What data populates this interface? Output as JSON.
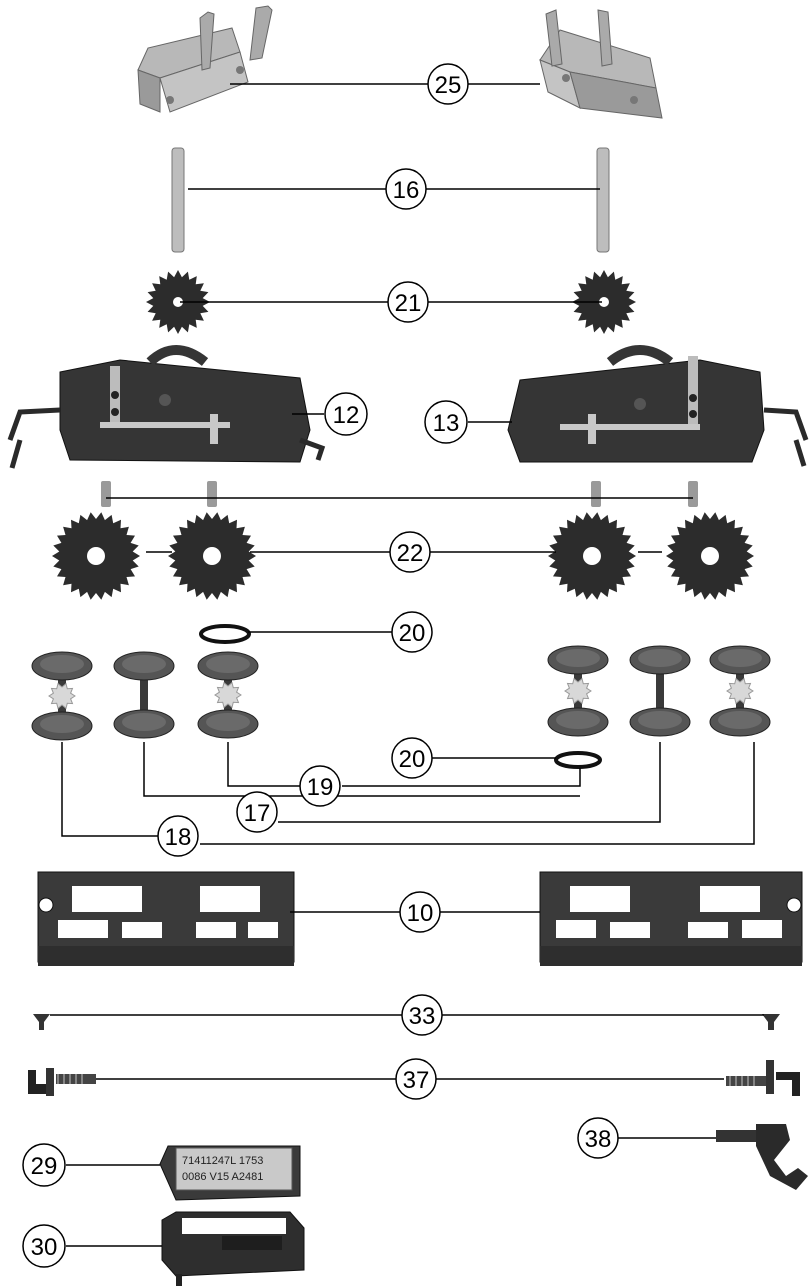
{
  "labels": {
    "l25": "25",
    "l16": "16",
    "l21": "21",
    "l12": "12",
    "l13": "13",
    "l22": "22",
    "l20a": "20",
    "l20b": "20",
    "l19": "19",
    "l17": "17",
    "l18": "18",
    "l10": "10",
    "l33": "33",
    "l37": "37",
    "l29": "29",
    "l38": "38",
    "l30": "30"
  },
  "speaker_print": {
    "line1": "71411247L 1753",
    "line2": "0086 V15 A2481"
  },
  "colors": {
    "plastic": "#2c2c2c",
    "plastic_light": "#4a4a4a",
    "metal": "#b4b4b4",
    "metal_dark": "#8a8a8a",
    "wheel": "#555555",
    "line": "#000000"
  }
}
